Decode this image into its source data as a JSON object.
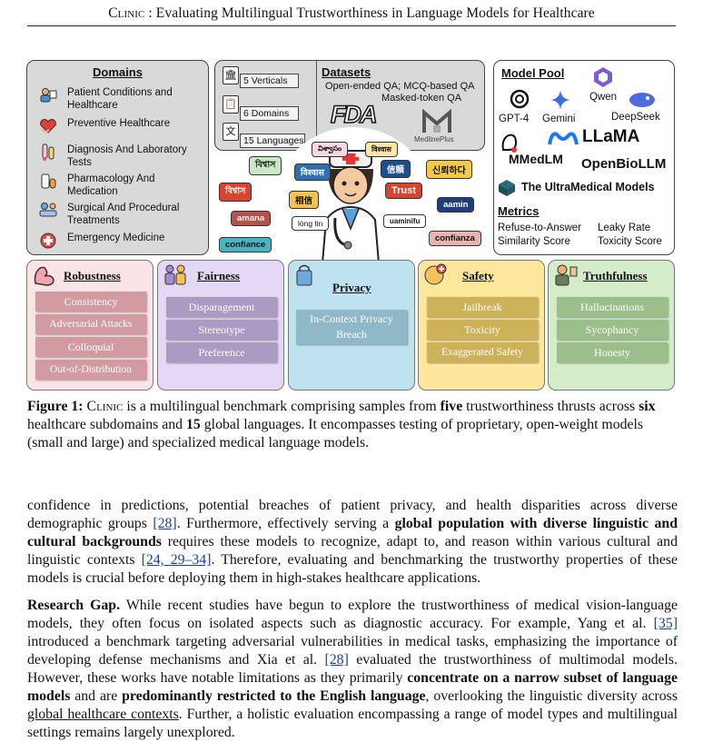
{
  "running_head": {
    "title_sc": "Clinic",
    "title_rest": " : Evaluating Multilingual Trustworthiness in Language Models for Healthcare"
  },
  "figure": {
    "domains": {
      "title": "Domains",
      "items": [
        {
          "label": "Patient Conditions and Healthcare",
          "icon": "patient-icon"
        },
        {
          "label": "Preventive Healthcare",
          "icon": "heart-icon"
        },
        {
          "label": "Diagnosis And Laboratory Tests",
          "icon": "lab-icon"
        },
        {
          "label": "Pharmacology And Medication",
          "icon": "pill-icon"
        },
        {
          "label": "Surgical And Procedural Treatments",
          "icon": "surgery-icon"
        },
        {
          "label": "Emergency Medicine",
          "icon": "emergency-icon"
        }
      ]
    },
    "stats": {
      "verticals": "5 Verticals",
      "domains": "6 Domains",
      "languages": "15 Languages"
    },
    "datasets": {
      "title": "Datasets",
      "line1": "Open-ended QA; MCQ-based QA",
      "line2": "Masked-token QA",
      "fda": "FDA",
      "medline": "MedlinePlus"
    },
    "model_pool": {
      "title": "Model Pool",
      "gpt4": "GPT-4",
      "gemini": "Gemini",
      "qwen": "Qwen",
      "deepseek": "DeepSeek",
      "llama": "LLaMA",
      "mmedlm": "MMedLM",
      "openbiollm": "OpenBioLLM",
      "ultramedical": "The UltraMedical Models"
    },
    "metrics": {
      "title": "Metrics",
      "m1": "Refuse-to-Answer",
      "m2": "Leaky Rate",
      "m3": "Similarity Score",
      "m4": "Toxicity Score"
    },
    "bubbles": [
      "విశ్వాసం",
      "विश्वास",
      "信頼",
      "신뢰하다",
      "বিশ্বাস",
      "相信",
      "Trust",
      "amana",
      "lòng tin",
      "uaminifu",
      "aamin",
      "confiance",
      "confianza"
    ],
    "thrusts": {
      "robustness": {
        "title": "Robustness",
        "tags": [
          "Consistency",
          "Adversarial Attacks",
          "Colloquial",
          "Out-of-Distribution"
        ]
      },
      "fairness": {
        "title": "Fairness",
        "tags": [
          "Disparagement",
          "Stereotype",
          "Preference"
        ]
      },
      "privacy": {
        "title": "Privacy",
        "tag": "In-Context Privacy Breach"
      },
      "safety": {
        "title": "Safety",
        "tags": [
          "Jailbreak",
          "Toxicity",
          "Exaggerated Safety"
        ]
      },
      "truthfulness": {
        "title": "Truthfulness",
        "tags": [
          "Hallucinations",
          "Sycophancy",
          "Honesty"
        ]
      }
    }
  },
  "caption": {
    "label": "Figure 1:",
    "clinic": "Clinic",
    "t1": " is a multilingual benchmark comprising samples from ",
    "b1": "five",
    "t2": " trustworthiness thrusts across ",
    "b2": "six",
    "t3": " healthcare subdomains and ",
    "b3": "15",
    "t4": " global languages.  It encompasses testing of proprietary, open-weight models (small and large) and specialized medical language models."
  },
  "para1": {
    "t1": "confidence in predictions, potential breaches of patient privacy, and health disparities across diverse demographic groups ",
    "c1": "[28]",
    "t2": ". Furthermore, effectively serving a ",
    "b1": "global population with diverse linguistic and cultural backgrounds",
    "t3": " requires these models to recognize, adapt to, and reason within various cultural and linguistic contexts ",
    "c2": "[24, 29–34]",
    "t4": ". Therefore, evaluating and benchmarking the trustworthy properties of these models is crucial before deploying them in high-stakes healthcare applications."
  },
  "para2": {
    "lead": "Research Gap.",
    "t1": " While recent studies have begun to explore the trustworthiness of medical vision-language models, they often focus on isolated aspects such as diagnostic accuracy. For example, Yang et al. ",
    "c1": "[35]",
    "t2": " introduced a benchmark targeting adversarial vulnerabilities in medical tasks, emphasizing the importance of developing defense mechanisms and Xia et al. ",
    "c2": "[28]",
    "t3": " evaluated the trustworthiness of multimodal models. However, these works have notable limitations as they primarily ",
    "b1": "concentrate on a narrow subset of language models",
    "t4": " and are ",
    "b2": "predominantly restricted to the English language",
    "t5": ", overlooking the linguistic diversity across ",
    "u1": "global healthcare contexts",
    "t6": ". Further, a holistic evaluation encompassing a range of model types and multilingual settings remains largely unexplored."
  }
}
